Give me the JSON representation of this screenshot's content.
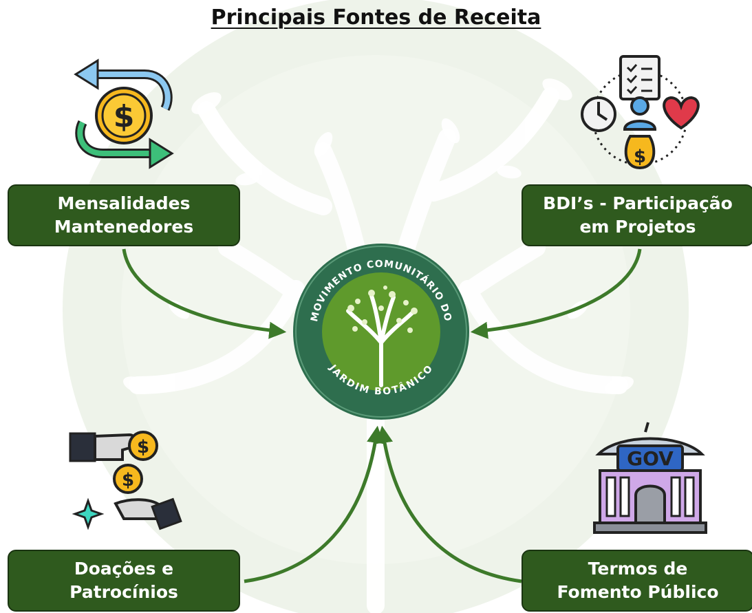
{
  "title": "Principais Fontes de Receita",
  "sources": {
    "top_left": {
      "line1": "Mensalidades",
      "line2": "Mantenedores"
    },
    "top_right": {
      "line1": "BDI’s - Participação",
      "line2": "em Projetos"
    },
    "bottom_left": {
      "line1": "Doações e",
      "line2": "Patrocínios"
    },
    "bottom_right": {
      "line1": "Termos de",
      "line2": "Fomento Público"
    }
  },
  "center_logo": {
    "arc_top": "MOVIMENTO COMUNITÁRIO DO",
    "arc_bottom": "JARDIM BOTÂNICO"
  },
  "icons": {
    "top_left": "money-exchange-icon",
    "top_right": "volunteer-donation-icon",
    "bottom_left": "hand-coins-donation-icon",
    "bottom_right": "government-building-icon",
    "gov_label": "GOV"
  },
  "colors": {
    "box_fill": "#2f5a1e",
    "arrow": "#3d7a2a",
    "logo_ring": "#2e6e4e",
    "logo_inner": "#5f9a2c"
  }
}
